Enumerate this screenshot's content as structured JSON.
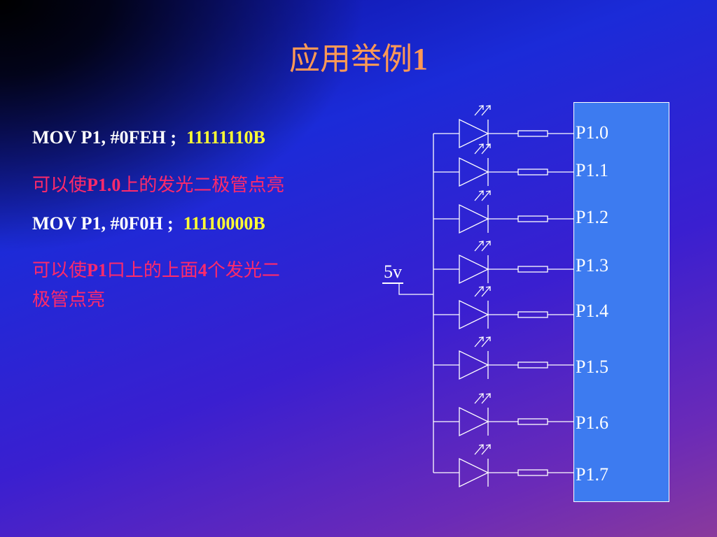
{
  "title": {
    "main": "应用举例",
    "num": "1"
  },
  "lines": {
    "l1_code": "MOV   P1,  #0FEH ;",
    "l1_bits": "11111110B",
    "l2_pre": "可以使",
    "l2_port": "P1.0",
    "l2_post": "上的发光二极管点亮",
    "l3_code": "MOV  P1, #0F0H ;",
    "l3_bits": "11110000B",
    "l4_pre": "可以使",
    "l4_port": "P1",
    "l4_mid": "口上的上面",
    "l4_num": "4",
    "l4_post": "个发光二",
    "l5": "极管点亮"
  },
  "circuit": {
    "voltage_label": "5v",
    "ports": [
      "P1.0",
      "P1.1",
      "P1.2",
      "P1.3",
      "P1.4",
      "P1.5",
      "P1.6",
      "P1.7"
    ]
  },
  "colors": {
    "title": "#ff9955",
    "code": "#ffffff",
    "bits": "#ffff33",
    "chinese": "#ff2a6a",
    "port_box": "#3d7bf0"
  }
}
